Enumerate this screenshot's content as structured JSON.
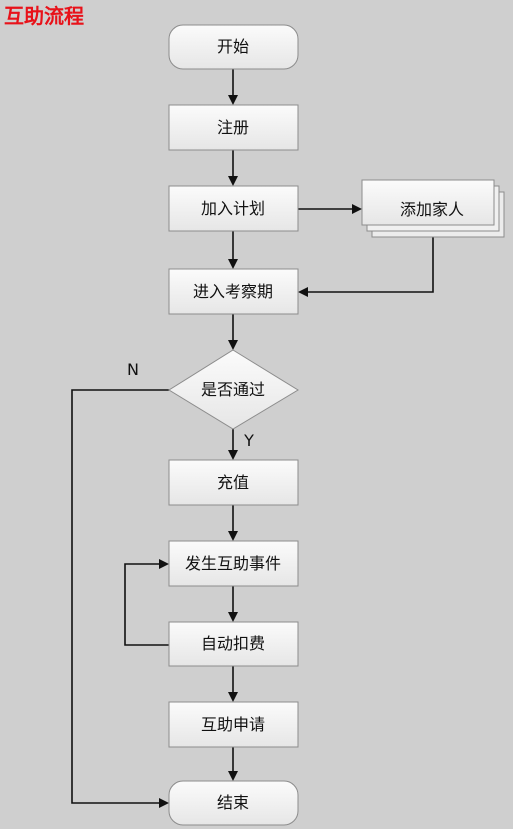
{
  "title": "互助流程",
  "nodes": {
    "start": "开始",
    "register": "注册",
    "join_plan": "加入计划",
    "add_family": "添加家人",
    "observation": "进入考察期",
    "decision": "是否通过",
    "recharge": "充值",
    "event": "发生互助事件",
    "auto_deduct": "自动扣费",
    "apply": "互助申请",
    "end": "结束"
  },
  "edge_labels": {
    "no": "N",
    "yes": "Y"
  },
  "colors": {
    "background": "#cfcfcf",
    "box_fill": "#f2f2f2",
    "box_stroke": "#8c8c8c",
    "line": "#111111",
    "title": "#e8121a"
  }
}
